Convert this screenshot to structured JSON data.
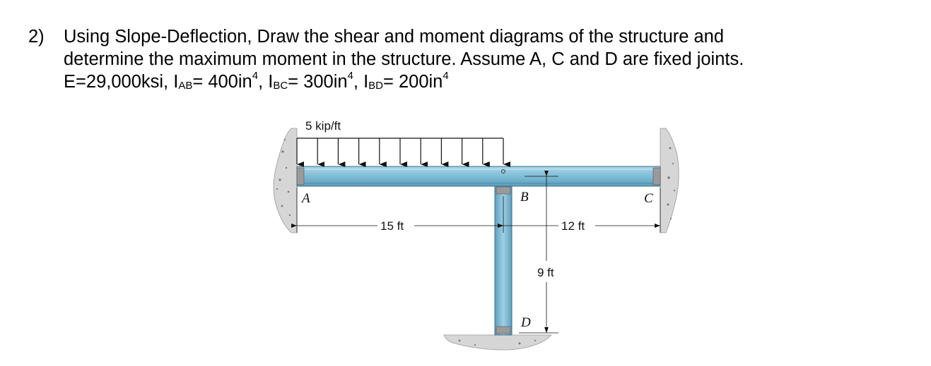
{
  "problem": {
    "number": "2)",
    "line1": "Using Slope-Deflection, Draw the shear and moment diagrams of the structure and",
    "line2": "determine the maximum moment in the structure.  Assume A, C and D are fixed joints.",
    "line3": {
      "e": "E=29,000ksi, ",
      "i_ab_sym": "I",
      "i_ab_sub": "AB",
      "i_ab_val": "= 400in",
      "i_ab_exp": "4",
      "sep1": ", ",
      "i_bc_sym": "I",
      "i_bc_sub": "BC",
      "i_bc_val": "= 300in",
      "i_bc_exp": "4",
      "sep2": ", ",
      "i_bd_sym": "I",
      "i_bd_sub": "BD",
      "i_bd_val": "= 200in",
      "i_bd_exp": "4"
    }
  },
  "figure": {
    "load_label": "5 kip/ft",
    "dim_ab": "15 ft",
    "dim_bc": "12 ft",
    "dim_bd": "9 ft",
    "point_a": "A",
    "point_b": "B",
    "point_c": "C",
    "point_d": "D"
  },
  "colors": {
    "beam": "#8cc4dc",
    "beam_edge": "#3b6f87",
    "wall": "#d4d4d4",
    "plate": "#9a9a9a"
  }
}
